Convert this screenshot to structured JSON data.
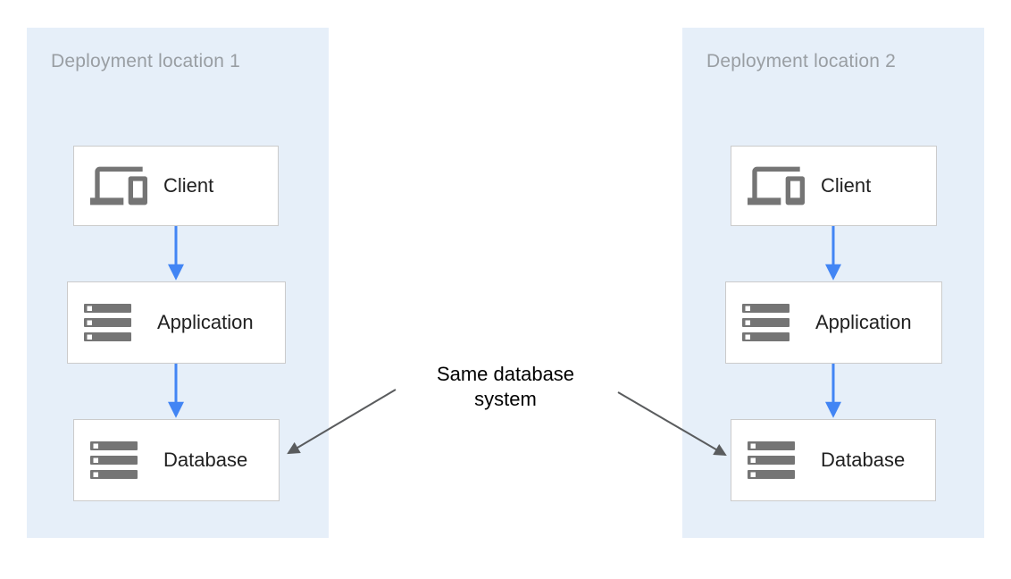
{
  "diagram": {
    "panels": [
      {
        "title": "Deployment location 1",
        "nodes": [
          {
            "label": "Client",
            "icon": "devices-icon"
          },
          {
            "label": "Application",
            "icon": "server-stack-icon"
          },
          {
            "label": "Database",
            "icon": "server-stack-icon"
          }
        ]
      },
      {
        "title": "Deployment location 2",
        "nodes": [
          {
            "label": "Client",
            "icon": "devices-icon"
          },
          {
            "label": "Application",
            "icon": "server-stack-icon"
          },
          {
            "label": "Database",
            "icon": "server-stack-icon"
          }
        ]
      }
    ],
    "annotation": {
      "text": "Same database system"
    },
    "colors": {
      "panel_background": "#E6EFF9",
      "node_background": "#FFFFFF",
      "node_border": "#CBCBCB",
      "icon_gray": "#757575",
      "node_label_text": "#212121",
      "panel_title_text": "#999EA3",
      "flow_arrow_blue": "#4285F4",
      "annotation_arrow_gray": "#5A5C5E",
      "annotation_text": "#000000"
    }
  }
}
